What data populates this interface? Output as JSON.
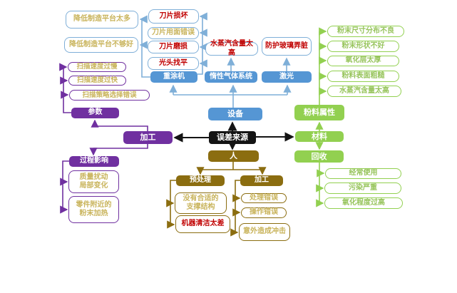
{
  "title": "误差来源思维导图",
  "colors": {
    "blue_fill": "#5596D4",
    "blue_line": "#7FAFD8",
    "purple": "#7030A0",
    "olive": "#8B6D10",
    "green_fill": "#92D050",
    "green_line": "#92D050",
    "black": "#141414",
    "khaki_text": "#C9B45C",
    "red_text": "#C00000",
    "green_text": "#97C45C"
  },
  "nodes": {
    "root": "误差来源",
    "equipment": {
      "label": "设备",
      "recoater": "重涂机",
      "inert_gas_system": "惰性气体系统",
      "laser": "激光",
      "platform_issues": [
        "降低制造平台太多",
        "降低制造平台不够好"
      ],
      "blade_issues": [
        "刀片损坏",
        "刀片用面错误",
        "刀片磨损",
        "光头找平"
      ],
      "inert_gas_issue": "水蒸汽含量太高",
      "laser_issue": "防护玻璃弄脏"
    },
    "processing": {
      "label": "加工",
      "parameters": "参数",
      "parameter_issues": [
        "扫描速度过慢",
        "扫描速度过快",
        "扫描策略选择错误"
      ],
      "process_influence": "过程影响",
      "process_influence_issues": [
        "质量扰动\n局部变化",
        "零件附近的\n粉末加热"
      ]
    },
    "human": {
      "label": "人",
      "pretreatment": "预处理",
      "processing": "加工",
      "pretreatment_issues": [
        "没有合适的\n支撑结构",
        "机器清洁太差"
      ],
      "processing_issues": [
        "处理错误",
        "操作错误",
        "意外造成冲击"
      ]
    },
    "material": {
      "label": "材料",
      "powder_properties": "粉料属性",
      "recycling": "回收",
      "powder_property_issues": [
        "粉末尺寸分布不良",
        "粉末形状不好",
        "氧化层太厚",
        "粉料表面粗糙",
        "水蒸汽含量太高"
      ],
      "recycling_issues": [
        "经常使用",
        "污染严重",
        "氧化程度过高"
      ]
    }
  }
}
